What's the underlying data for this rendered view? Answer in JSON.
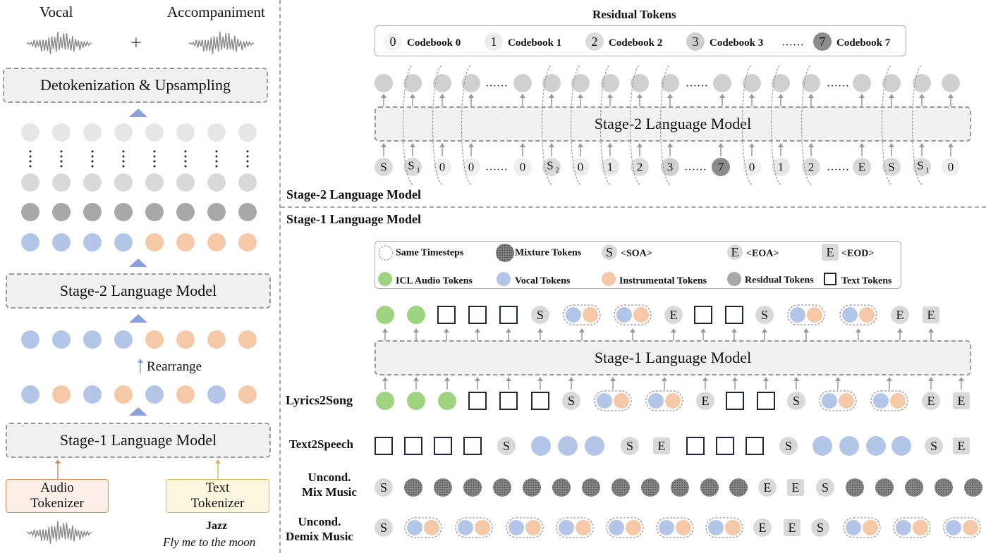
{
  "left": {
    "vocal_label": "Vocal",
    "accompaniment_label": "Accompaniment",
    "plus": "+",
    "detok_box": "Detokenization & Upsampling",
    "stage2_box": "Stage-2 Language Model",
    "rearrange_label": "Rearrange",
    "stage1_box": "Stage-1 Language Model",
    "audio_tokenizer": [
      "Audio",
      "Tokenizer"
    ],
    "text_tokenizer": [
      "Text",
      "Tokenizer"
    ],
    "genre": "Jazz",
    "lyrics": "Fly me to the moon"
  },
  "stage2": {
    "section_label": "Stage-2 Language Model",
    "residual_title": "Residual Tokens",
    "codebooks": [
      {
        "num": "0",
        "label": "Codebook 0"
      },
      {
        "num": "1",
        "label": "Codebook 1"
      },
      {
        "num": "2",
        "label": "Codebook 2"
      },
      {
        "num": "3",
        "label": "Codebook 3"
      },
      {
        "num": "7",
        "label": "Codebook 7"
      }
    ],
    "codebook_ellipsis": "……",
    "model_box": "Stage-2 Language Model",
    "input_tokens": [
      "S",
      "S1",
      "0",
      "0",
      "……",
      "0",
      "S2",
      "0",
      "1",
      "2",
      "3",
      "……",
      "7",
      "0",
      "1",
      "2",
      "……",
      "E",
      "S",
      "S1",
      "0"
    ],
    "ellipsis": "……"
  },
  "stage1": {
    "section_label": "Stage-1 Language Model",
    "legend": {
      "same_timesteps": "Same Timesteps",
      "mixture_tokens": "Mixture Tokens",
      "soa": "<SOA>",
      "eoa": "<EOA>",
      "eod": "<EOD>",
      "icl_audio": "ICL Audio Tokens",
      "vocal": "Vocal Tokens",
      "instrumental": "Instrumental Tokens",
      "residual": "Residual Tokens",
      "text": "Text Tokens"
    },
    "model_box": "Stage-1 Language Model",
    "tasks": [
      "Lyrics2Song",
      "Text2Speech",
      "Uncond. Mix Music",
      "Uncond. Demix Music"
    ],
    "task_lines": {
      "mix": [
        "Uncond.",
        "Mix Music"
      ],
      "demix": [
        "Uncond.",
        "Demix Music"
      ]
    },
    "letters": {
      "S": "S",
      "E": "E"
    }
  },
  "colors": {
    "vocal": "#b4c6e8",
    "instrumental": "#f5c8a8",
    "residual": "#a8a8a8",
    "light": "#d9d9d9",
    "lighter": "#e6e6e6",
    "icl": "#9ed37f",
    "arrow": "#8aa0dd",
    "code7": "#8c8c8c"
  }
}
